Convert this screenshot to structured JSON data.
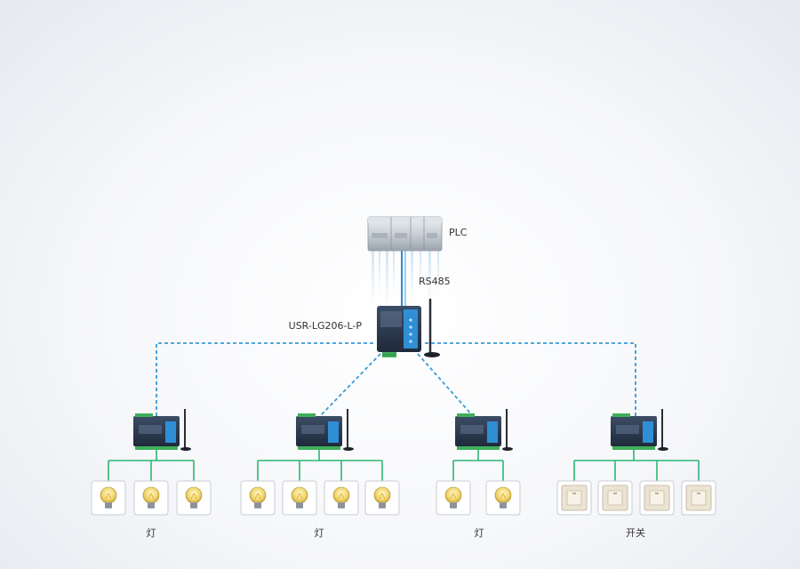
{
  "labels": {
    "plc": "PLC",
    "rs485": "RS485",
    "gateway": "USR-LG206-L-P"
  },
  "groups": [
    {
      "label": "灯",
      "device": "lamp",
      "count": 3
    },
    {
      "label": "灯",
      "device": "lamp",
      "count": 4
    },
    {
      "label": "灯",
      "device": "lamp",
      "count": 2
    },
    {
      "label": "开关",
      "device": "switch",
      "count": 4
    }
  ],
  "colors": {
    "wireless_link": "#3a9ad9",
    "bus_line": "#2bb673",
    "rs485_cable": "#2f8bd0",
    "device_body": "#2d3b50"
  },
  "icons": {
    "plc": "plc-icon",
    "gateway": "gateway-device-icon",
    "node": "lora-node-device-icon",
    "antenna": "antenna-icon",
    "lamp": "light-bulb-icon",
    "switch": "wall-switch-icon"
  }
}
